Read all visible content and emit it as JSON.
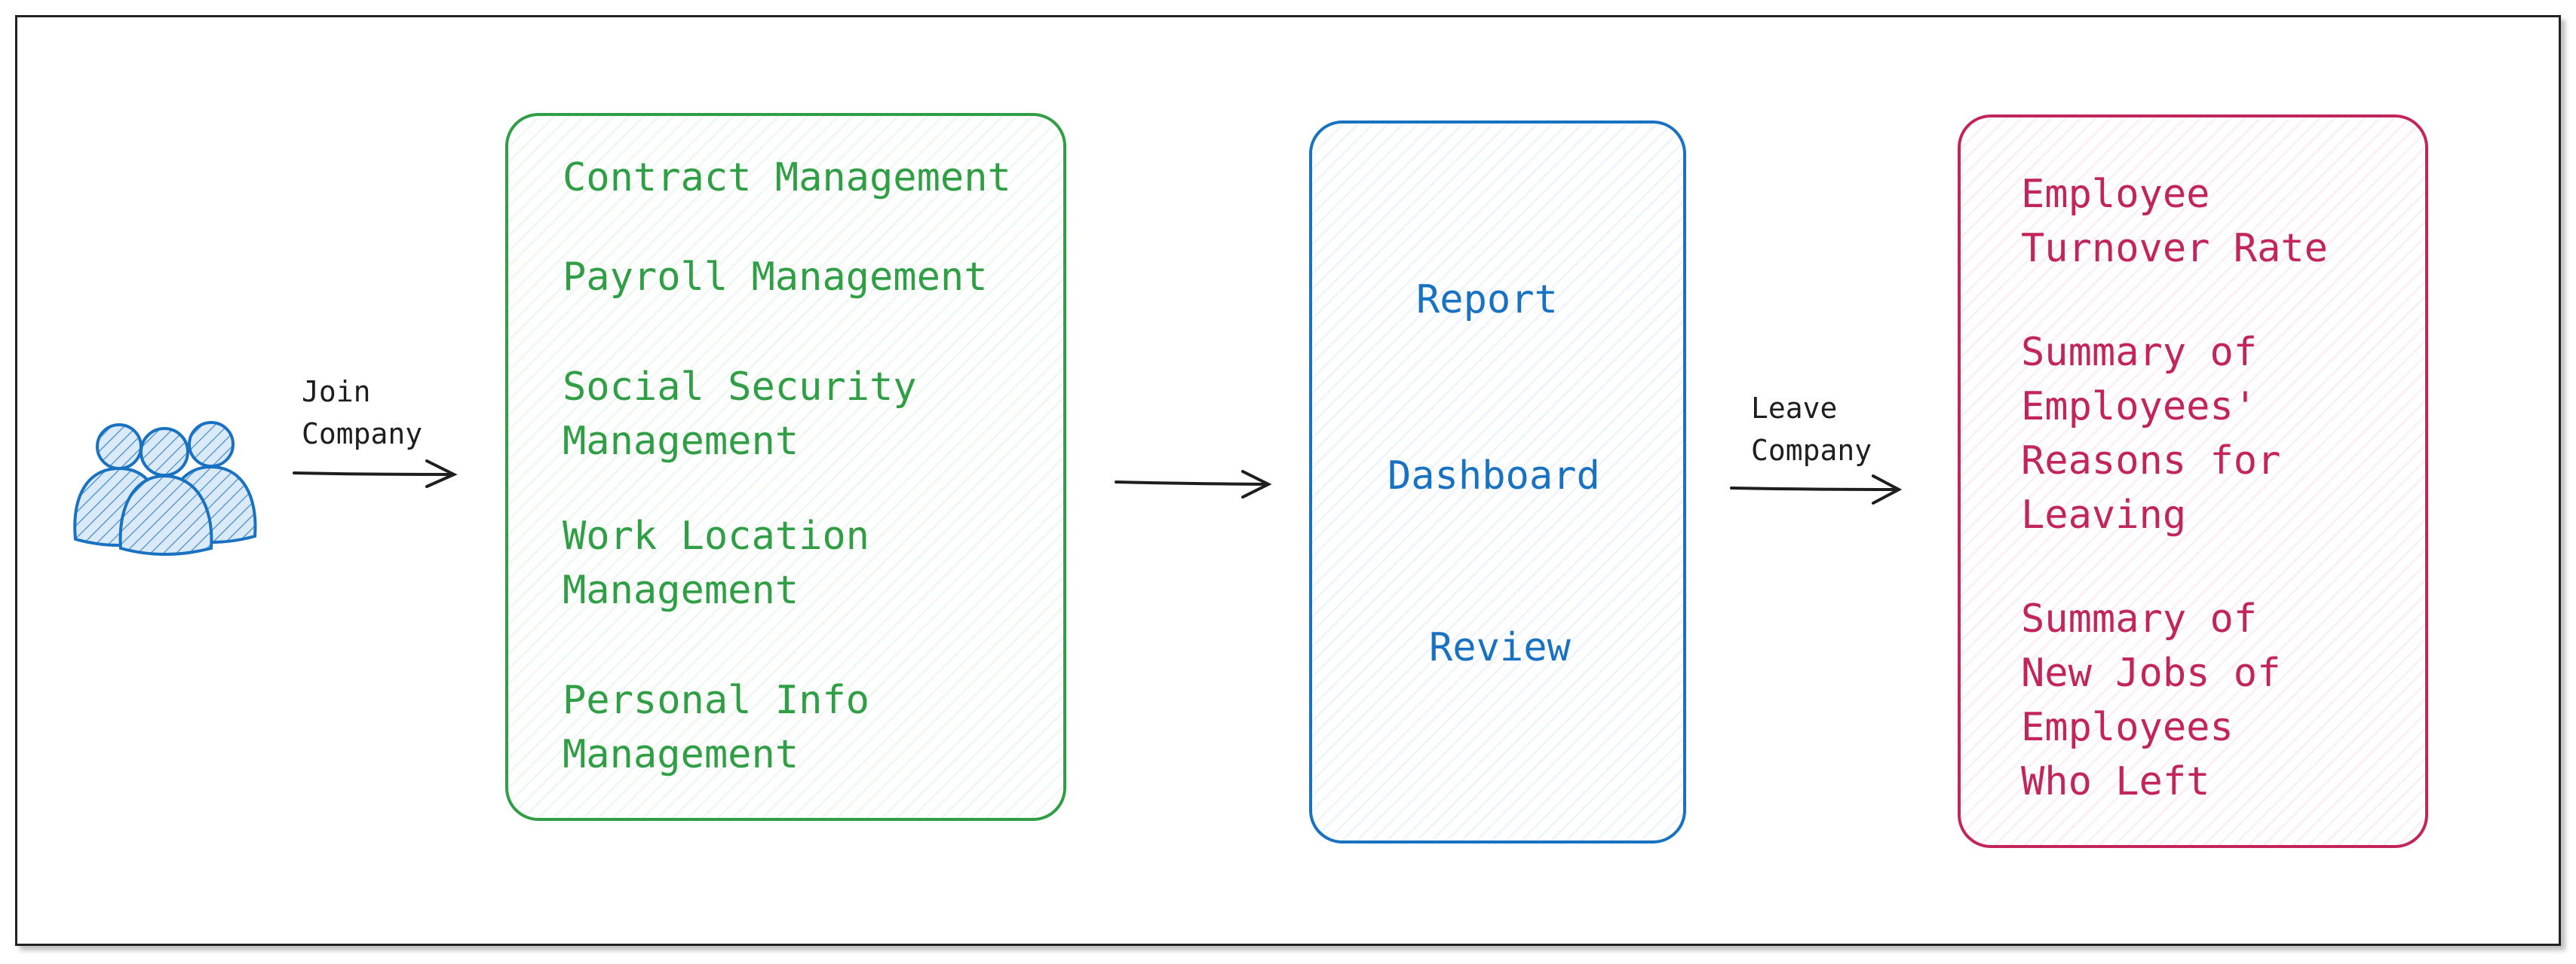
{
  "flow": {
    "join_label": "Join\nCompany",
    "leave_label": "Leave\nCompany"
  },
  "onboarding": {
    "items": [
      "Contract Management",
      "Payroll Management",
      "Social Security\nManagement",
      "Work Location\nManagement",
      "Personal Info\nManagement"
    ]
  },
  "analytics": {
    "items": [
      "Report",
      "Dashboard",
      "Review"
    ]
  },
  "offboarding": {
    "items": [
      "Employee\nTurnover Rate",
      "Summary of\nEmployees'\nReasons for\nLeaving",
      "Summary of\nNew Jobs of\nEmployees\nWho Left"
    ]
  },
  "colors": {
    "green": "#2f9e44",
    "blue": "#1971c2",
    "pink": "#c2255c",
    "ink": "#1e1e1e"
  },
  "icons": {
    "people": "employees-group-icon"
  }
}
